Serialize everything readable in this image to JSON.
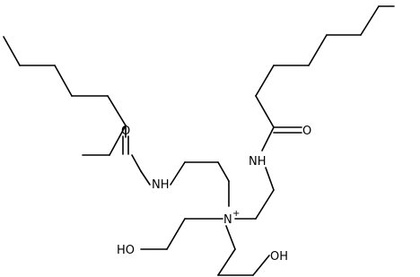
{
  "molecule": {
    "atoms": {
      "n_plus": "N",
      "n_plus_charge": "+",
      "amide_n_left": "NH",
      "amide_n_right": "NH",
      "carbonyl_o_left": "O",
      "carbonyl_o_right": "O",
      "hydroxyl_left": "HO",
      "hydroxyl_right": "OH"
    },
    "colors": {
      "bond": "#000000",
      "label": "#000000",
      "background": "#ffffff"
    }
  }
}
